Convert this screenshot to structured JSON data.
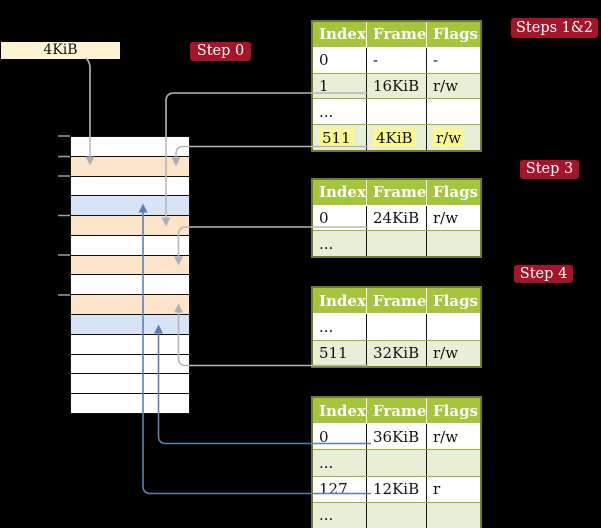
{
  "colors": {
    "background": "#000000",
    "badge_red": "#a61429",
    "table_header_green": "#a5c63c",
    "table_row_green": "#e9efd6",
    "table_border_olive": "#6e7d26",
    "highlight_yellow": "#fdf98f",
    "frame_label_cream": "#fdf3d3",
    "memory_frame_orange": "#fce4c8",
    "memory_frame_blue": "#d8e4f5",
    "connector_gray": "#b5b8bb",
    "connector_blue": "#5c80b5"
  },
  "frame_size_label": "4KiB",
  "badges": [
    {
      "label": "Step 0"
    },
    {
      "label": "Steps 1&2"
    },
    {
      "label": "Step 3"
    },
    {
      "label": "Step 4"
    }
  ],
  "memory": {
    "rows": [
      "white",
      "orange",
      "white",
      "blue",
      "orange",
      "white",
      "orange",
      "white",
      "orange",
      "blue",
      "white",
      "white",
      "white",
      "white"
    ]
  },
  "tables": [
    {
      "badge": "Steps 1&2",
      "columns": [
        "Index",
        "Frame",
        "Flags"
      ],
      "rows": [
        {
          "cells": [
            "0",
            "-",
            "-"
          ],
          "shade": false,
          "highlight": false
        },
        {
          "cells": [
            "1",
            "16KiB",
            "r/w"
          ],
          "shade": true,
          "highlight": false
        },
        {
          "cells": [
            "...",
            "",
            ""
          ],
          "shade": false,
          "highlight": false
        },
        {
          "cells": [
            "511",
            "4KiB",
            "r/w"
          ],
          "shade": true,
          "highlight": true
        }
      ]
    },
    {
      "badge": "Step 3",
      "columns": [
        "Index",
        "Frame",
        "Flags"
      ],
      "rows": [
        {
          "cells": [
            "0",
            "24KiB",
            "r/w"
          ],
          "shade": false,
          "highlight": false
        },
        {
          "cells": [
            "...",
            "",
            ""
          ],
          "shade": true,
          "highlight": false
        }
      ]
    },
    {
      "badge": "Step 4",
      "columns": [
        "Index",
        "Frame",
        "Flags"
      ],
      "rows": [
        {
          "cells": [
            "...",
            "",
            ""
          ],
          "shade": false,
          "highlight": false
        },
        {
          "cells": [
            "511",
            "32KiB",
            "r/w"
          ],
          "shade": true,
          "highlight": false
        }
      ]
    },
    {
      "badge": "",
      "columns": [
        "Index",
        "Frame",
        "Flags"
      ],
      "rows": [
        {
          "cells": [
            "0",
            "36KiB",
            "r/w"
          ],
          "shade": false,
          "highlight": false
        },
        {
          "cells": [
            "...",
            "",
            ""
          ],
          "shade": true,
          "highlight": false
        },
        {
          "cells": [
            "127",
            "12KiB",
            "r"
          ],
          "shade": false,
          "highlight": false
        },
        {
          "cells": [
            "...",
            "",
            ""
          ],
          "shade": true,
          "highlight": false
        }
      ]
    }
  ]
}
